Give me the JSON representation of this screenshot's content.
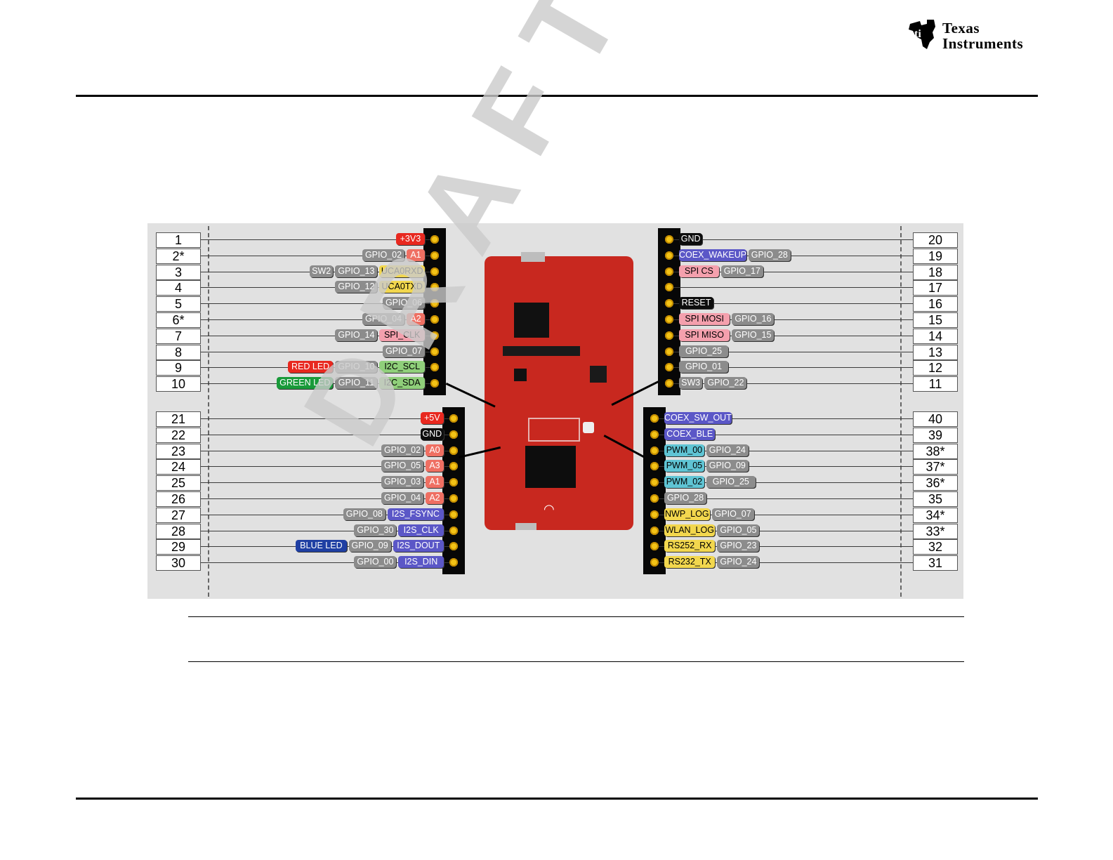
{
  "header": {
    "logo": {
      "line1": "Texas",
      "line2": "Instruments"
    },
    "watermark": "DRAFT ONLY"
  },
  "diagram": {
    "left_upper": [
      {
        "num": "1",
        "labels": [
          {
            "text": "+3V3",
            "kind": "red"
          }
        ]
      },
      {
        "num": "2*",
        "labels": [
          {
            "text": "GPIO_02",
            "kind": "gray"
          },
          {
            "text": "A1",
            "kind": "salmon"
          }
        ]
      },
      {
        "num": "3",
        "labels": [
          {
            "text": "SW2",
            "kind": "gray"
          },
          {
            "text": "GPIO_13",
            "kind": "gray"
          },
          {
            "text": "UCA0RXD",
            "kind": "yellow"
          }
        ]
      },
      {
        "num": "4",
        "labels": [
          {
            "text": "GPIO_12",
            "kind": "gray"
          },
          {
            "text": "UCA0TXD",
            "kind": "yellow"
          }
        ]
      },
      {
        "num": "5",
        "labels": [
          {
            "text": "GPIO_06",
            "kind": "gray"
          }
        ]
      },
      {
        "num": "6*",
        "labels": [
          {
            "text": "GPIO_04",
            "kind": "gray"
          },
          {
            "text": "A2",
            "kind": "salmon"
          }
        ]
      },
      {
        "num": "7",
        "labels": [
          {
            "text": "GPIO_14",
            "kind": "gray"
          },
          {
            "text": "SPI_CLK",
            "kind": "pink"
          }
        ]
      },
      {
        "num": "8",
        "labels": [
          {
            "text": "GPIO_07",
            "kind": "gray"
          }
        ]
      },
      {
        "num": "9",
        "labels": [
          {
            "text": "RED LED",
            "kind": "red"
          },
          {
            "text": "GPIO_10",
            "kind": "gray"
          },
          {
            "text": "I2C_SCL",
            "kind": "green"
          }
        ]
      },
      {
        "num": "10",
        "labels": [
          {
            "text": "GREEN LED",
            "kind": "darkgreen"
          },
          {
            "text": "GPIO_11",
            "kind": "gray"
          },
          {
            "text": "I2C_SDA",
            "kind": "green"
          }
        ]
      }
    ],
    "left_lower": [
      {
        "num": "21",
        "labels": [
          {
            "text": "+5V",
            "kind": "red"
          }
        ]
      },
      {
        "num": "22",
        "labels": [
          {
            "text": "GND",
            "kind": "black"
          }
        ]
      },
      {
        "num": "23",
        "labels": [
          {
            "text": "GPIO_02",
            "kind": "gray"
          },
          {
            "text": "A0",
            "kind": "salmon"
          }
        ]
      },
      {
        "num": "24",
        "labels": [
          {
            "text": "GPIO_05",
            "kind": "gray"
          },
          {
            "text": "A3",
            "kind": "salmon"
          }
        ]
      },
      {
        "num": "25",
        "labels": [
          {
            "text": "GPIO_03",
            "kind": "gray"
          },
          {
            "text": "A1",
            "kind": "salmon"
          }
        ]
      },
      {
        "num": "26",
        "labels": [
          {
            "text": "GPIO_04",
            "kind": "gray"
          },
          {
            "text": "A2",
            "kind": "salmon"
          }
        ]
      },
      {
        "num": "27",
        "labels": [
          {
            "text": "GPIO_08",
            "kind": "gray"
          },
          {
            "text": "I2S_FSYNC",
            "kind": "purple"
          }
        ]
      },
      {
        "num": "28",
        "labels": [
          {
            "text": "GPIO_30",
            "kind": "gray"
          },
          {
            "text": "I2S_CLK",
            "kind": "purple"
          }
        ]
      },
      {
        "num": "29",
        "labels": [
          {
            "text": "BLUE LED",
            "kind": "blue"
          },
          {
            "text": "GPIO_09",
            "kind": "gray"
          },
          {
            "text": "I2S_DOUT",
            "kind": "purple"
          }
        ]
      },
      {
        "num": "30",
        "labels": [
          {
            "text": "GPIO_00",
            "kind": "gray"
          },
          {
            "text": "I2S_DIN",
            "kind": "purple"
          }
        ]
      }
    ],
    "right_upper": [
      {
        "num": "20",
        "labels": [
          {
            "text": "GND",
            "kind": "black"
          }
        ]
      },
      {
        "num": "19",
        "labels": [
          {
            "text": "COEX_WAKEUP",
            "kind": "purple"
          },
          {
            "text": "GPIO_28",
            "kind": "gray"
          }
        ]
      },
      {
        "num": "18",
        "labels": [
          {
            "text": "SPI CS",
            "kind": "pink"
          },
          {
            "text": "GPIO_17",
            "kind": "gray"
          }
        ]
      },
      {
        "num": "17",
        "labels": []
      },
      {
        "num": "16",
        "labels": [
          {
            "text": "RESET",
            "kind": "black"
          }
        ]
      },
      {
        "num": "15",
        "labels": [
          {
            "text": "SPI MOSI",
            "kind": "pink"
          },
          {
            "text": "GPIO_16",
            "kind": "gray"
          }
        ]
      },
      {
        "num": "14",
        "labels": [
          {
            "text": "SPI MISO",
            "kind": "pink"
          },
          {
            "text": "GPIO_15",
            "kind": "gray"
          }
        ]
      },
      {
        "num": "13",
        "labels": [
          {
            "text": "GPIO_25",
            "kind": "gray"
          }
        ]
      },
      {
        "num": "12",
        "labels": [
          {
            "text": "GPIO_01",
            "kind": "gray"
          }
        ]
      },
      {
        "num": "11",
        "labels": [
          {
            "text": "SW3",
            "kind": "gray"
          },
          {
            "text": "GPIO_22",
            "kind": "gray"
          }
        ]
      }
    ],
    "right_lower": [
      {
        "num": "40",
        "labels": [
          {
            "text": "COEX_SW_OUT",
            "kind": "purple"
          }
        ]
      },
      {
        "num": "39",
        "labels": [
          {
            "text": "COEX_BLE",
            "kind": "purple"
          }
        ]
      },
      {
        "num": "38*",
        "labels": [
          {
            "text": "PWM_00",
            "kind": "teal"
          },
          {
            "text": "GPIO_24",
            "kind": "gray"
          }
        ]
      },
      {
        "num": "37*",
        "labels": [
          {
            "text": "PWM_05",
            "kind": "teal"
          },
          {
            "text": "GPIO_09",
            "kind": "gray"
          }
        ]
      },
      {
        "num": "36*",
        "labels": [
          {
            "text": "PWM_02",
            "kind": "teal"
          },
          {
            "text": "GPIO_25",
            "kind": "gray"
          }
        ]
      },
      {
        "num": "35",
        "labels": [
          {
            "text": "GPIO_28",
            "kind": "gray"
          }
        ]
      },
      {
        "num": "34*",
        "labels": [
          {
            "text": "NWP_LOG",
            "kind": "yellow"
          },
          {
            "text": "GPIO_07",
            "kind": "gray"
          }
        ]
      },
      {
        "num": "33*",
        "labels": [
          {
            "text": "WLAN_LOG",
            "kind": "yellow"
          },
          {
            "text": "GPIO_05",
            "kind": "gray"
          }
        ]
      },
      {
        "num": "32",
        "labels": [
          {
            "text": "RS252_RX",
            "kind": "yellow"
          },
          {
            "text": "GPIO_23",
            "kind": "gray"
          }
        ]
      },
      {
        "num": "31",
        "labels": [
          {
            "text": "RS232_TX",
            "kind": "yellow"
          },
          {
            "text": "GPIO_24",
            "kind": "gray"
          }
        ]
      }
    ]
  },
  "colors": {
    "red": "#e8281f",
    "salmon": "#ef6f62",
    "gray": "#8c8c8c",
    "yellow": "#f2d74e",
    "pink": "#f4a0ad",
    "green": "#8fcf7a",
    "darkgreen": "#199a3a",
    "black": "#0d0d0d",
    "purple": "#5b57c7",
    "blue": "#1f3fa3",
    "teal": "#5fc4d4",
    "board": "#c8281f",
    "pin": "#f3c316"
  }
}
